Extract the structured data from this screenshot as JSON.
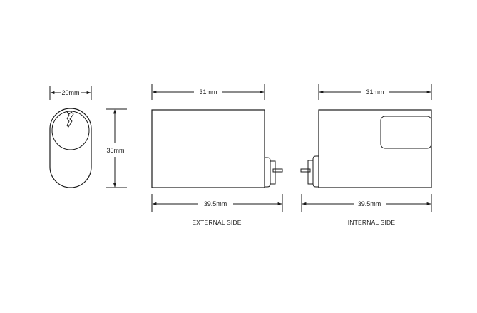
{
  "diagram": {
    "type": "technical-drawing",
    "subject": "euro cylinder lock dimensions",
    "colors": {
      "line": "#1a1a1a",
      "background": "#ffffff"
    },
    "front_view": {
      "width_label": "20mm",
      "height_label": "35mm"
    },
    "external_view": {
      "body_label": "31mm",
      "total_label": "39.5mm",
      "caption": "EXTERNAL SIDE"
    },
    "internal_view": {
      "body_label": "31mm",
      "total_label": "39.5mm",
      "caption": "INTERNAL SIDE"
    }
  }
}
